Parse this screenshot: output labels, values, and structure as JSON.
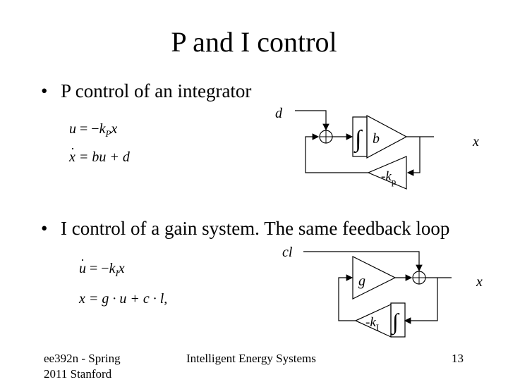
{
  "title": "P and I control",
  "bullets": [
    "P control of an integrator",
    "I control of a gain system. The same feedback loop"
  ],
  "bullet_symbol": "•",
  "p_control": {
    "eq1": {
      "lhs": "u",
      "rel": "= −",
      "k": "k",
      "sub": "P",
      "var": "x"
    },
    "eq2": {
      "lhs": "x",
      "rhs": "= bu + d"
    },
    "labels": {
      "d": "d",
      "b": "b",
      "x": "x",
      "k": "-k",
      "k_sub": "p",
      "integral": "∫"
    }
  },
  "i_control": {
    "eq1": {
      "lhs": "u",
      "rel": "= −",
      "k": "k",
      "sub": "I",
      "var": "x"
    },
    "eq2": {
      "text": "x = g · u + c · l,"
    },
    "labels": {
      "cl": "cl",
      "g": "g",
      "x": "x",
      "k": "-k",
      "k_sub": "I",
      "integral": "∫"
    }
  },
  "footer": {
    "left_line1": "ee392n - Spring",
    "left_line2": "2011 Stanford",
    "center": "Intelligent Energy Systems",
    "page": "13"
  }
}
